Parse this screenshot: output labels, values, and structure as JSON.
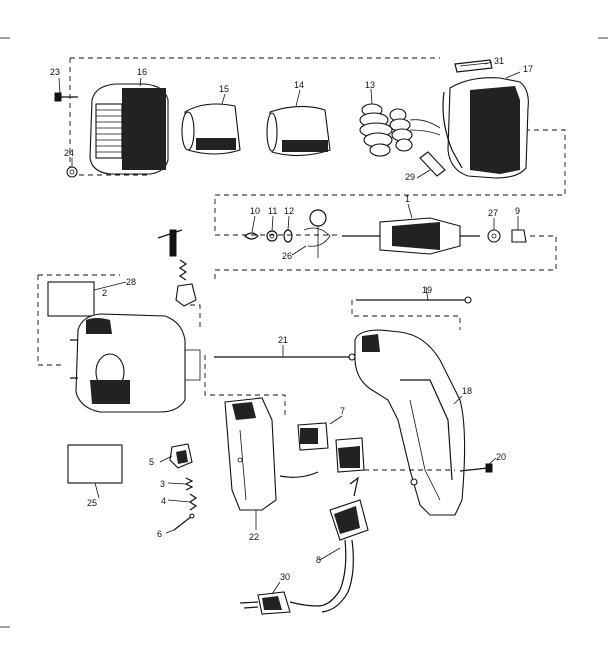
{
  "diagram": {
    "type": "exploded-parts-diagram",
    "part_numbers": [
      "1",
      "2",
      "3",
      "4",
      "5",
      "6",
      "7",
      "8",
      "9",
      "10",
      "11",
      "12",
      "13",
      "14",
      "15",
      "16",
      "17",
      "18",
      "19",
      "20",
      "21",
      "22",
      "23",
      "24",
      "25",
      "26",
      "27",
      "28",
      "29",
      "30",
      "31"
    ]
  }
}
